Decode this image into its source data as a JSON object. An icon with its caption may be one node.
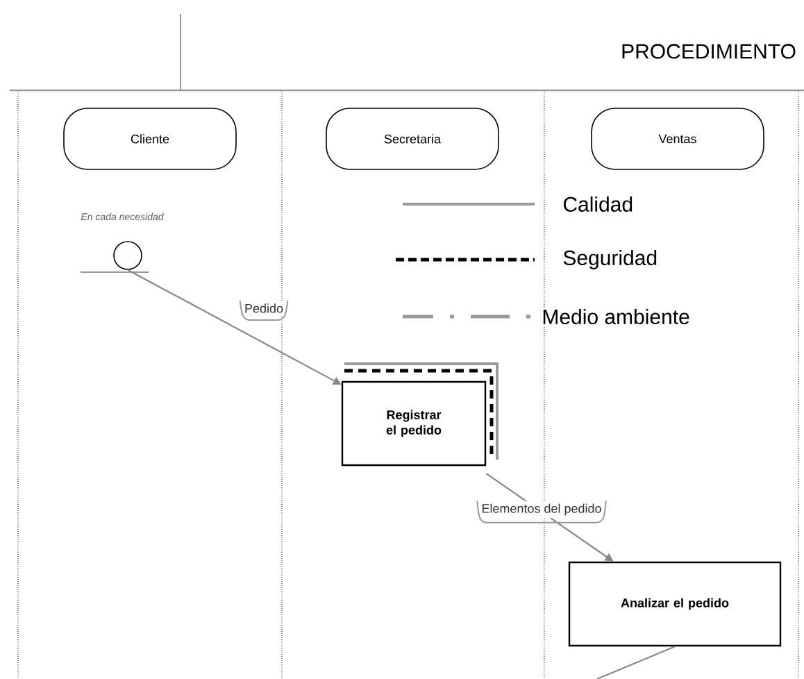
{
  "diagram": {
    "title": "PROCEDIMIENTO",
    "nodes": [
      {
        "text": [
          "Cliente"
        ]
      },
      {
        "text": [
          "Secretaria"
        ]
      },
      {
        "text": [
          "Ventas"
        ]
      },
      {
        "text": [],
        "shape": "circle",
        "beside": [
          "En cada necesidad"
        ]
      },
      {
        "text": [
          "Registrar el pedido"
        ]
      },
      {
        "text": [
          "Analizar el pedido"
        ]
      }
    ],
    "edges": [
      {
        "from": 3,
        "to": 4,
        "arrow": "to",
        "label": "Pedido"
      },
      {
        "from": 4,
        "to": 5,
        "arrow": "to",
        "label": "Elementos del pedido"
      },
      {
        "from": 5,
        "to": null,
        "arrow": "none"
      }
    ],
    "legend": [
      {
        "text": "Calidad"
      },
      {
        "text": "Seguridad"
      },
      {
        "text": "Medio ambiente"
      }
    ]
  }
}
